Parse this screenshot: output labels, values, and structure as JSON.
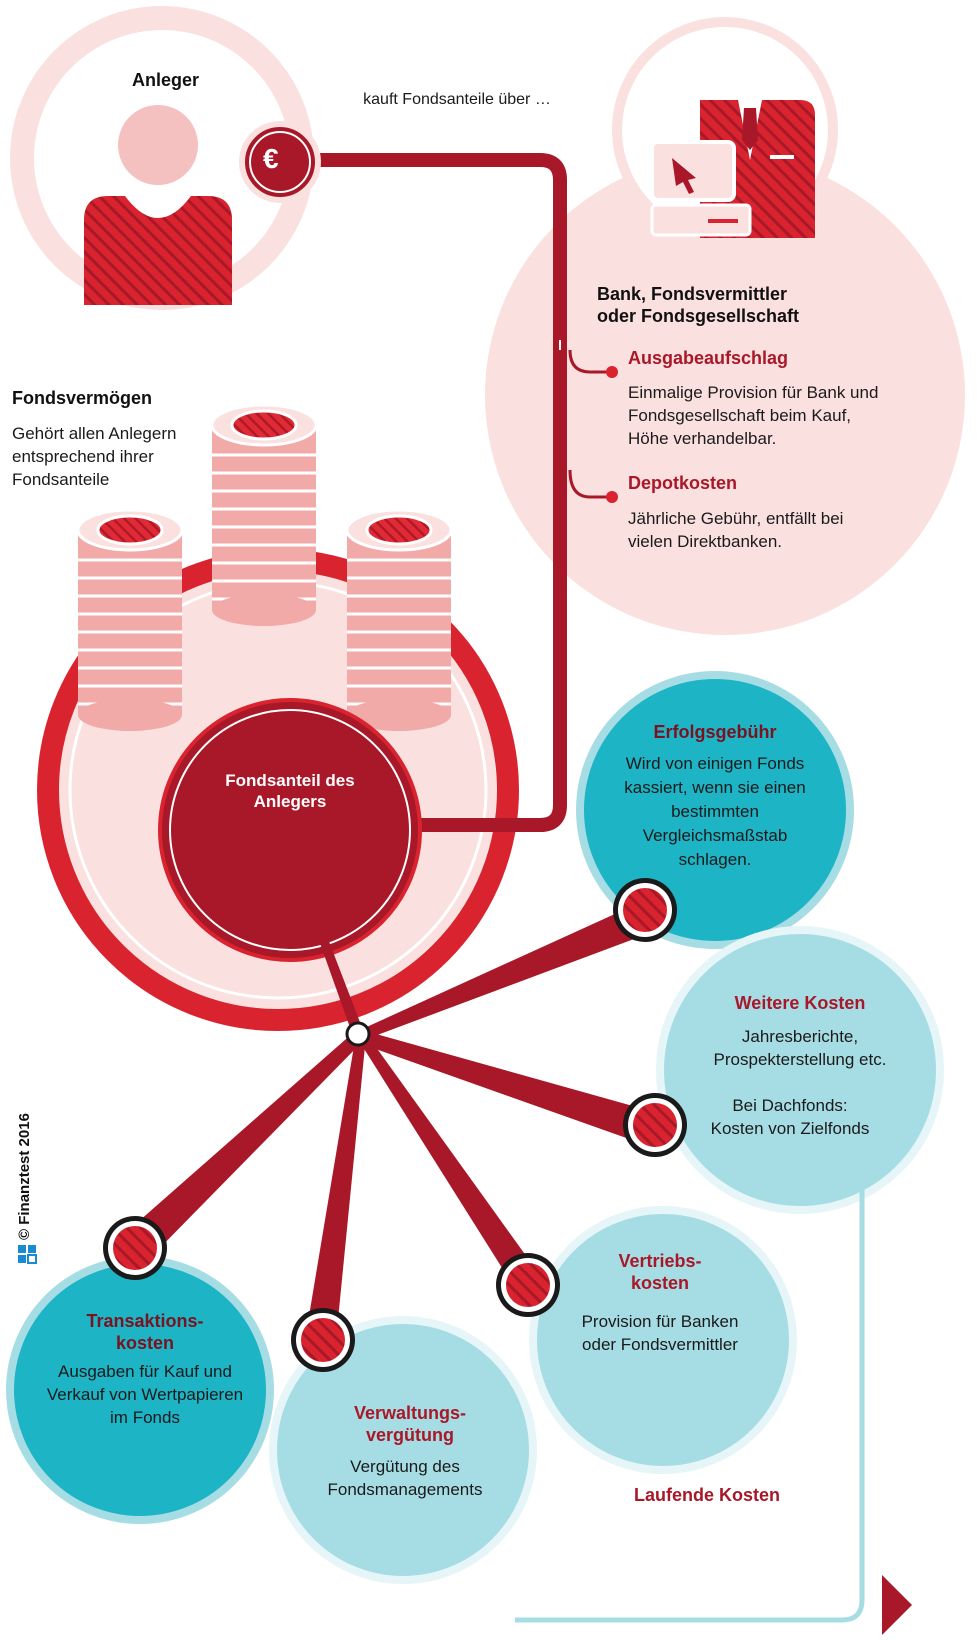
{
  "copyright": "© Finanztest 2016",
  "currency_symbol": "€",
  "investor": {
    "title": "Anleger"
  },
  "buy_label": "kauft Fondsanteile über …",
  "bank": {
    "title_line1": "Bank, Fondsvermittler",
    "title_line2": "oder Fondsgesellschaft",
    "items": [
      {
        "title": "Ausgabeaufschlag",
        "text": "Einmalige Provision für Bank und Fondsgesellschaft beim Kauf, Höhe verhandelbar."
      },
      {
        "title": "Depotkosten",
        "text": "Jährliche Gebühr, entfällt bei vielen Direktbanken."
      }
    ]
  },
  "fund_assets": {
    "title": "Fondsvermögen",
    "text": "Gehört allen Anlegern entsprechend ihrer Fondsanteile"
  },
  "investor_share": {
    "label": "Fondsanteil des Anlegers"
  },
  "costs": [
    {
      "title": "Erfolgsgebühr",
      "text": "Wird von einigen Fonds kassiert, wenn sie einen bestimmten Vergleichsmaßstab schlagen."
    },
    {
      "title": "Weitere Kosten",
      "text": "Jahresberichte, Prospekterstellung etc.",
      "text2": "Bei Dachfonds: Kosten von Zielfonds"
    },
    {
      "title": "Vertriebskosten",
      "title_line1": "Vertriebs-",
      "title_line2": "kosten",
      "text": "Provision für Banken oder Fondsvermittler"
    },
    {
      "title": "Verwaltungsvergütung",
      "title_line1": "Verwaltungs-",
      "title_line2": "vergütung",
      "text": "Vergütung des Fondsmanagements"
    },
    {
      "title": "Transaktionskosten",
      "title_line1": "Transaktions-",
      "title_line2": "kosten",
      "text": "Ausgaben für Kauf und Verkauf von Wertpapieren im Fonds"
    }
  ],
  "running_costs_label": "Laufende Kosten",
  "colors": {
    "red": "#d9232e",
    "dark_red": "#a81828",
    "pink": "#fbe0e0",
    "light_pink": "#fdeeee",
    "teal": "#1db4c6",
    "light_teal": "#a6dde4"
  }
}
